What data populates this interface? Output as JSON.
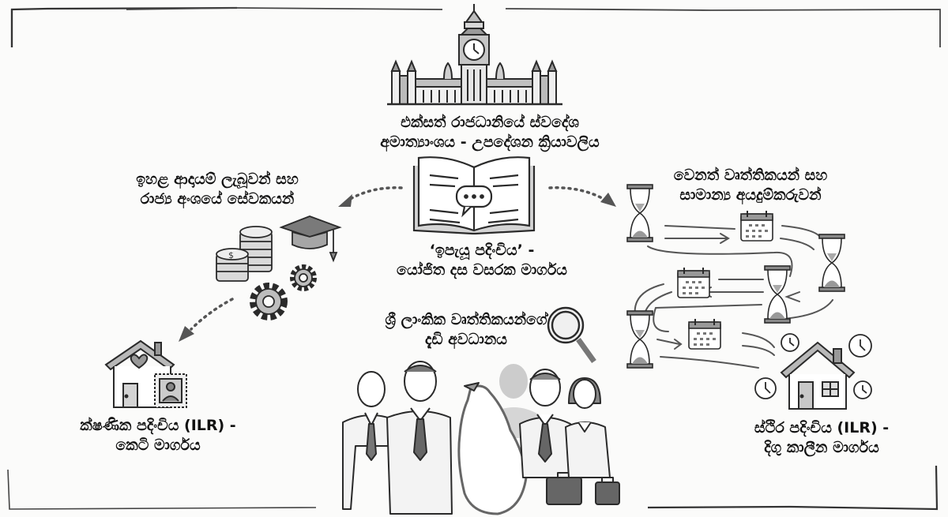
{
  "diagram": {
    "title_node": {
      "icon": "parliament-clock-tower-icon",
      "lines": [
        "එක්සත් රාජධානියේ ස්වදේශ",
        "අමාත්‍යාංශය - උපදේශන ක්‍රියාවලිය"
      ]
    },
    "center_node": {
      "icon": "open-book-speech-bubble-icon",
      "lines": [
        "‘ඉපැයූ පදිංචිය’ -",
        "යෝජිත දස වසරක මාර්ගය"
      ]
    },
    "left_group": {
      "icons": [
        "coin-stacks-dollar-icon",
        "graduation-cap-icon",
        "gears-icon"
      ],
      "lines": [
        "ඉහළ ආදායම් ලැබූවන් සහ",
        "රාජ්‍ය අංශයේ සේවකයන්"
      ]
    },
    "right_group": {
      "icons": [
        "hourglass-icon",
        "calendar-icon",
        "winding-path-arrows"
      ],
      "lines": [
        "වෙනත් වෘත්තිකයන් සහ",
        "සාමාන්‍ය අයදුම්කරුවන්"
      ]
    },
    "bottom_left_outcome": {
      "icon": "house-heart-id-stamp-icon",
      "lines": [
        "ක්ෂණික පදිංචිය (ILR) -",
        "කෙටි මාර්ගය"
      ]
    },
    "bottom_right_outcome": {
      "icon": "house-with-clocks-icon",
      "lines": [
        "ස්ථිර පදිංචිය (ILR) -",
        "දිගු කාලීන මාර්ගය"
      ]
    },
    "bottom_center": {
      "icons": [
        "sri-lanka-map-icon",
        "professionals-group-icon",
        "magnifying-glass-icon"
      ],
      "lines": [
        "ශ්‍රී ලාංකික වෘත්තිකයන්ගේ",
        "දැඩි අවධානය"
      ]
    },
    "edges": [
      {
        "from": "center_node",
        "to": "left_group",
        "style": "dotted-arrow"
      },
      {
        "from": "center_node",
        "to": "right_group",
        "style": "dotted-arrow"
      },
      {
        "from": "left_group",
        "to": "bottom_left_outcome",
        "style": "dotted-arrow"
      },
      {
        "from": "right_group",
        "to": "bottom_right_outcome",
        "style": "winding-path"
      }
    ],
    "colors": {
      "ink": "#2a2a2a",
      "shade": "#8a8a8a",
      "light_shade": "#c8c8c8",
      "background": "#fbfbfa"
    }
  }
}
